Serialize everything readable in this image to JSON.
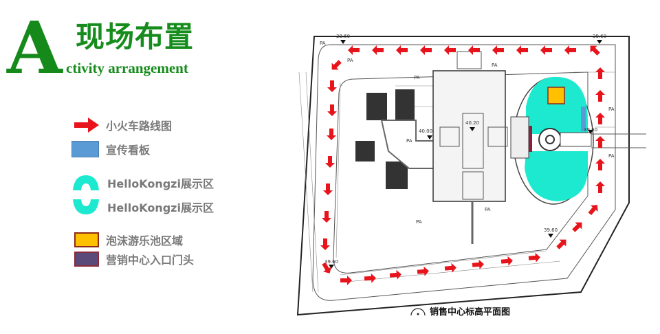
{
  "header": {
    "letter": "A",
    "title_cn": "现场布置",
    "title_en": "ctivity arrangement",
    "color": "#168c1c"
  },
  "legend": {
    "items": [
      {
        "icon": "red-arrow-icon",
        "label": "小火车路线图",
        "color": "#e8141b"
      },
      {
        "icon": "blue-rectangle-icon",
        "label": "宣传看板",
        "color": "#5b9bd5"
      },
      {
        "icon": "cyan-arc-top-icon",
        "label": "HelloKongzi展示区",
        "color": "#1de9d0"
      },
      {
        "icon": "cyan-arc-bottom-icon",
        "label": "HelloKongzi展示区",
        "color": "#1de9d0"
      },
      {
        "icon": "orange-square-icon",
        "label": "泡沫游乐池区域",
        "color": "#ffc000"
      },
      {
        "icon": "purple-rectangle-icon",
        "label": "营销中心入口门头",
        "color": "#5a4a7a"
      }
    ]
  },
  "map": {
    "caption": "销售中心标高平面图",
    "elevations": [
      "39.60",
      "39.60",
      "40.00",
      "40.20",
      "39.60",
      "39.60",
      "39.60"
    ],
    "area_label": "PA",
    "colors": {
      "route": "#e8141b",
      "pool": "#1de9d0",
      "foam_pool": "#ffc000",
      "board": "#5b9bd5",
      "entrance": "#8b1e3f"
    }
  }
}
